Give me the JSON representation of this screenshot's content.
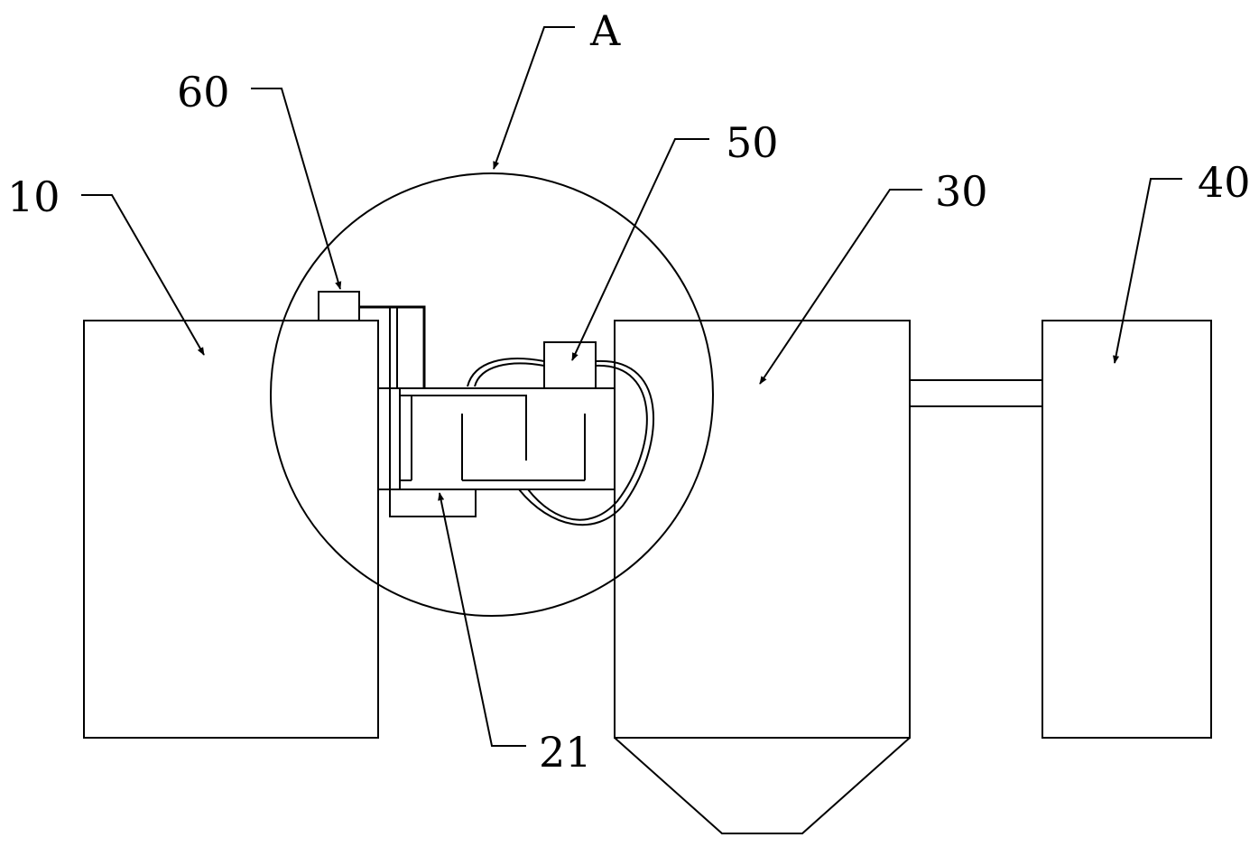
{
  "labels": {
    "detail_a": "A",
    "tank_10": "10",
    "sensor_60": "60",
    "actuator_50": "50",
    "tank_30": "30",
    "tank_40": "40",
    "filter_21": "21"
  },
  "colors": {
    "line": "#000000",
    "background": "#ffffff"
  }
}
